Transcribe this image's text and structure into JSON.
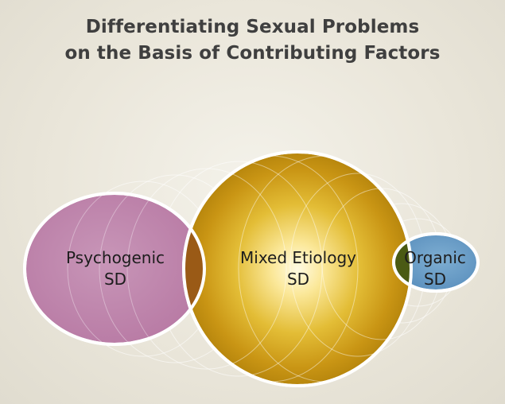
{
  "title": {
    "line1": "Differentiating Sexual Problems",
    "line2": "on the Basis of Contributing Factors"
  },
  "circles": [
    {
      "id": "psychogenic",
      "line1": "Psychogenic",
      "line2": "SD",
      "color": "#c08cae"
    },
    {
      "id": "mixed",
      "line1": "Mixed Etiology",
      "line2": "SD",
      "color": "#d7a71c"
    },
    {
      "id": "organic",
      "line1": "Organic",
      "line2": "SD",
      "color": "#6b9ec6"
    }
  ],
  "colors": {
    "background": "#ece8dd",
    "title": "#3f3f3f",
    "outline": "#ffffff",
    "overlap_left": "#9a5a16",
    "overlap_right": "#4a5a14"
  }
}
